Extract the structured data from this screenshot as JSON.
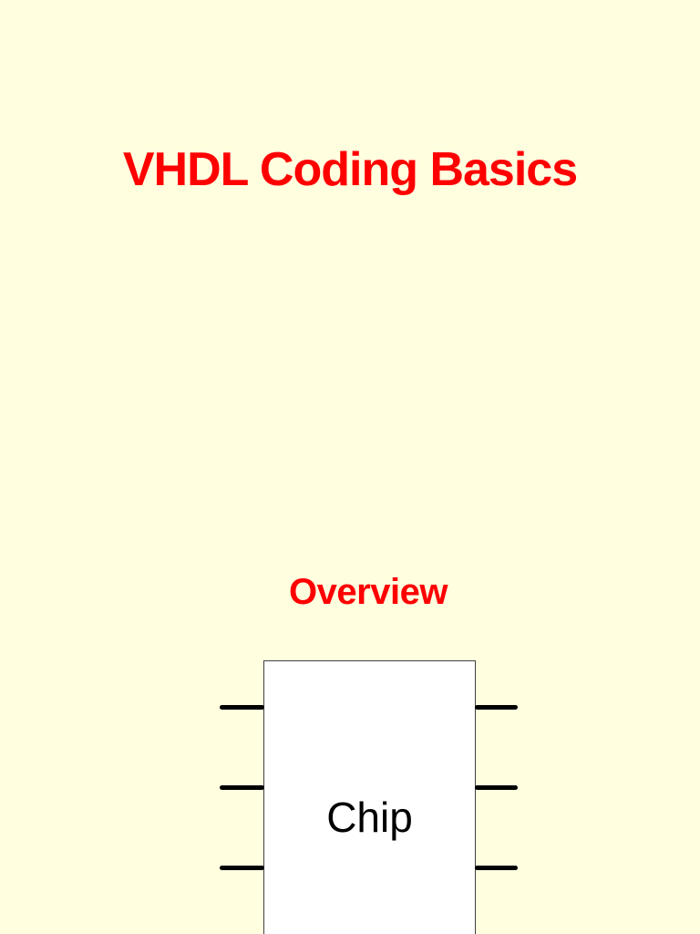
{
  "page": {
    "type": "presentation-slide-page",
    "background": "#FFFFE0"
  },
  "colors": {
    "bg": "#FFFFE0",
    "accent": "#FF0000",
    "chip_fill": "#FFFFFF",
    "chip_border": "#404040",
    "pin": "#000000"
  },
  "slides": [
    {
      "title": "VHDL Coding Basics"
    },
    {
      "heading": "Overview",
      "diagram": {
        "chip_label": "Chip",
        "pins_per_side": 3,
        "pin_sides": [
          "left",
          "right"
        ]
      }
    }
  ]
}
